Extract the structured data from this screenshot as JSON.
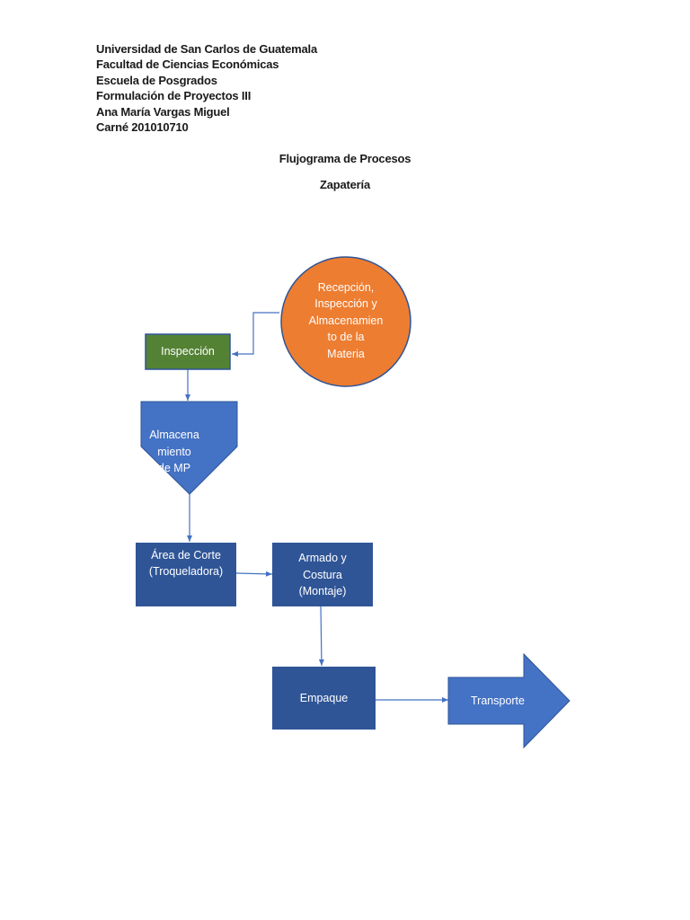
{
  "header": {
    "lines": [
      "Universidad de San Carlos de Guatemala",
      "Facultad de Ciencias Económicas",
      "Escuela de Posgrados",
      "Formulación de Proyectos III",
      "Ana María Vargas Miguel",
      "Carné 201010710"
    ]
  },
  "titles": {
    "main": "Flujograma de Procesos",
    "sub": "Zapatería"
  },
  "diagram": {
    "nodes": {
      "recepcion": "Recepción,\nInspección y\nAlmacenamien\nto de la\nMateria",
      "inspeccion": "Inspección",
      "almacenamiento": "Almacena\nmiento\nde MP",
      "corte": "Área de Corte\n(Troqueladora)",
      "armado": "Armado y\nCostura\n(Montaje)",
      "empaque": "Empaque",
      "transporte": "Transporte"
    },
    "colors": {
      "orange": "#ED7D31",
      "green": "#548235",
      "dark_blue": "#2F5597",
      "mid_blue": "#4472C4",
      "connector": "#4472C4"
    }
  }
}
